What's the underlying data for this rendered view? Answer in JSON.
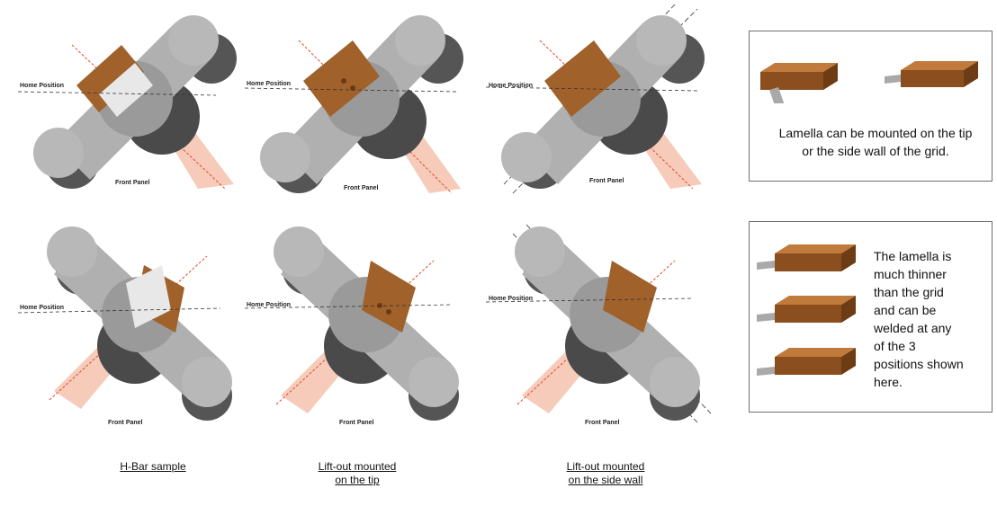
{
  "labels": {
    "home_position": "Home Position",
    "front_panel": "Front Panel"
  },
  "captions": {
    "hbar": "H-Bar sample",
    "tip_line1": "Lift-out mounted",
    "tip_line2": "on the tip",
    "side_line1": "Lift-out mounted",
    "side_line2": "on the side wall"
  },
  "info": {
    "top_text": "Lamella can be mounted on the tip or the side wall of the grid.",
    "bottom_text": "The lamella is much thinner than the grid and can be welded at any of the 3 positions shown here."
  },
  "colors": {
    "metal_dark": "#5f5f5f",
    "metal_mid": "#8a8a8a",
    "metal_light": "#b3b3b3",
    "copper": "#a0612b",
    "beam": "#f5c2ae",
    "beam_red": "#c0392b"
  }
}
